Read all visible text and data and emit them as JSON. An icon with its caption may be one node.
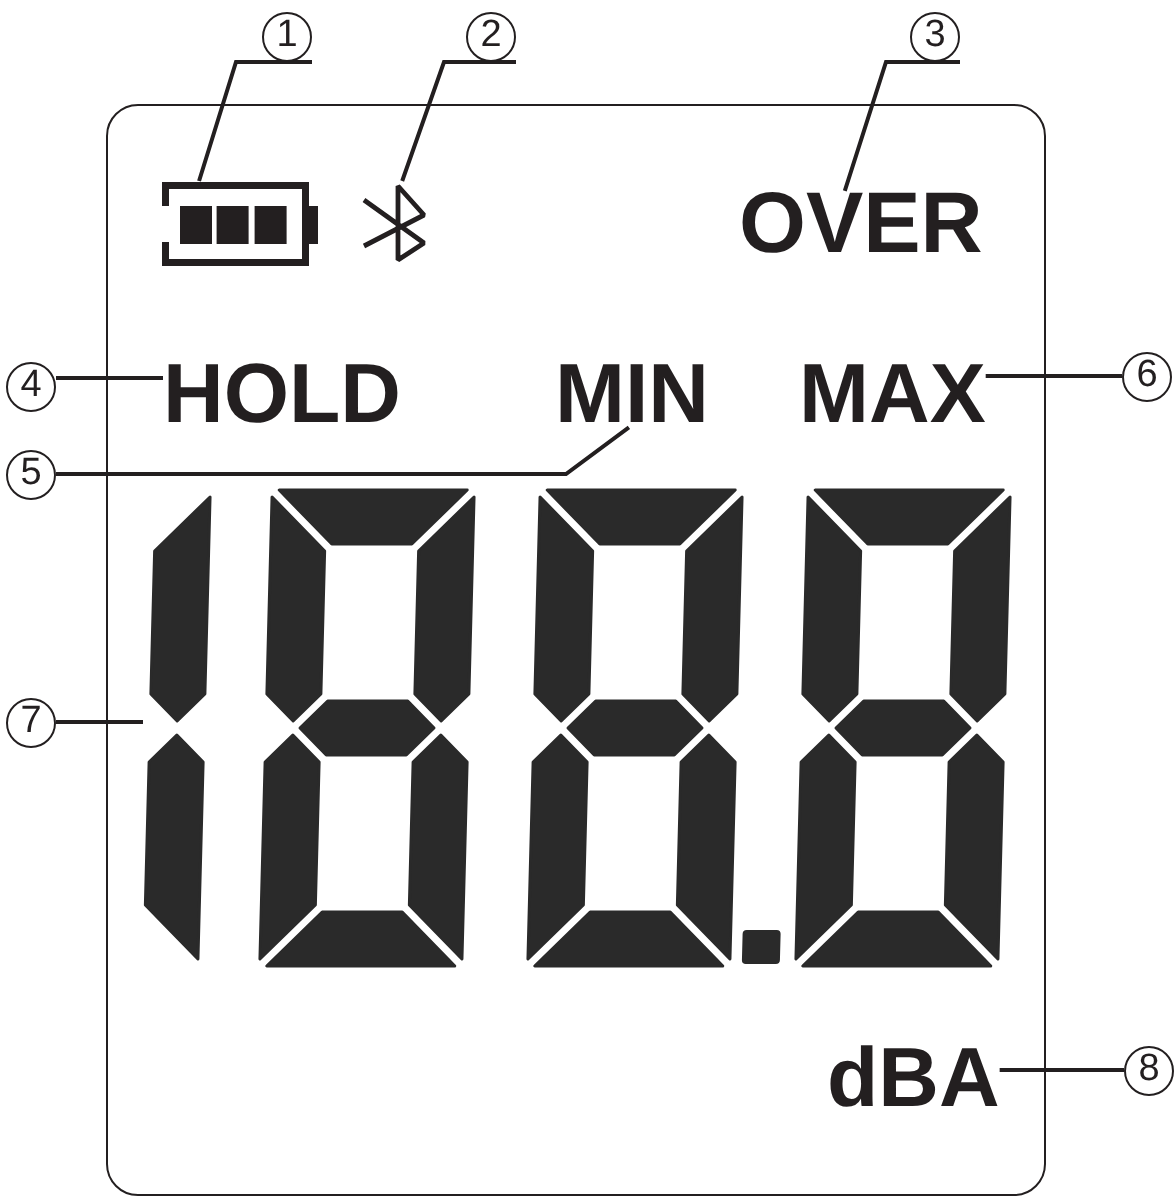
{
  "diagram": {
    "nodes": [
      {
        "text": [],
        "shape": "box"
      },
      {
        "text": [
          "1"
        ]
      },
      {
        "text": [
          "2"
        ]
      },
      {
        "text": [
          "3"
        ]
      },
      {
        "text": [],
        "shape": "picture",
        "in": 0
      },
      {
        "text": [],
        "shape": "picture",
        "in": 0
      },
      {
        "text": [
          "OVER"
        ],
        "in": 0
      },
      {
        "text": [
          "4"
        ]
      },
      {
        "text": [
          "HOLD"
        ],
        "in": 0
      },
      {
        "text": [
          "MIN"
        ],
        "in": 0
      },
      {
        "text": [
          "MAX"
        ],
        "in": 0
      },
      {
        "text": [
          "6"
        ]
      },
      {
        "text": [
          "5"
        ]
      },
      {
        "text": [
          "7"
        ]
      },
      {
        "text": [],
        "shape": "picture",
        "in": 0
      },
      {
        "text": [
          "dBA"
        ],
        "in": 0
      },
      {
        "text": [
          "8"
        ]
      }
    ],
    "edges": [
      {
        "from": 1,
        "to": 4,
        "arrow": "none"
      },
      {
        "from": 2,
        "to": 5,
        "arrow": "none"
      },
      {
        "from": 3,
        "to": 6,
        "arrow": "none"
      },
      {
        "from": 7,
        "to": 8,
        "arrow": "none"
      },
      {
        "from": 12,
        "to": 9,
        "arrow": "none"
      },
      {
        "from": 11,
        "to": 10,
        "arrow": "none"
      },
      {
        "from": 13,
        "to": 14,
        "arrow": "none"
      },
      {
        "from": 16,
        "to": 15,
        "arrow": "none"
      }
    ]
  }
}
